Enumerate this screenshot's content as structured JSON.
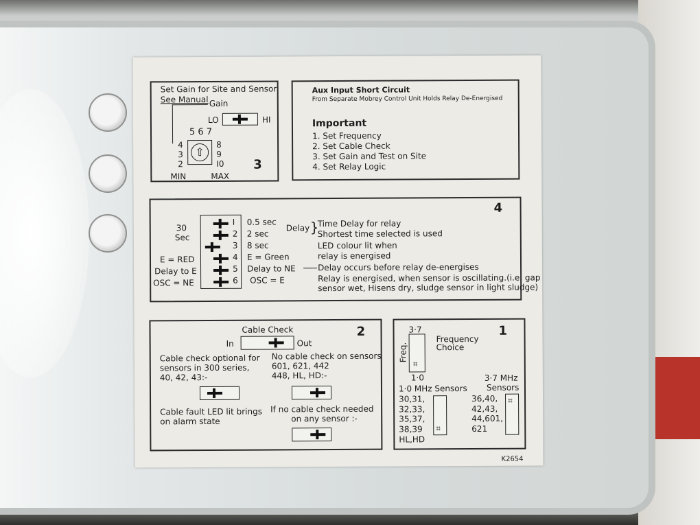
{
  "panel3": {
    "title1": "Set Gain for Site and Sensor",
    "title2": "See Manual",
    "gain": "Gain",
    "lo": "LO",
    "hi": "HI",
    "top_nums": "5 6 7",
    "left_nums": [
      "4",
      "3",
      "2"
    ],
    "right_nums": [
      "8",
      "9",
      "I0"
    ],
    "min": "MIN",
    "max": "MAX",
    "number": "3",
    "dial_icon": "⇧"
  },
  "info": {
    "aux_title": "Aux Input Short Circuit",
    "aux_sub": "From Separate Mobrey Control Unit Holds Relay De-Energised",
    "important": "Important",
    "steps": [
      "1. Set Frequency",
      "2. Set Cable Check",
      "3. Set Gain and Test on Site",
      "4. Set Relay Logic"
    ]
  },
  "panel4": {
    "number": "4",
    "thirty": "30",
    "sec": "Sec",
    "left": [
      "E = RED",
      "Delay to E",
      "OSC = NE"
    ],
    "switch_nums": [
      "I",
      "2",
      "3",
      "4",
      "5",
      "6"
    ],
    "right": [
      "0.5 sec",
      "2 sec",
      "8 sec",
      "E = Green",
      "Delay to NE",
      "OSC = E"
    ],
    "delay": "Delay",
    "notes": [
      "Time Delay for relay",
      "Shortest time selected is used",
      "LED colour lit when",
      "relay is energised",
      "Delay occurs before relay de-energises",
      "Relay is energised, when sensor is oscillating.(i.e. gap",
      "sensor wet, Hisens dry, sludge sensor in light sludge)"
    ]
  },
  "panel2": {
    "number": "2",
    "title": "Cable Check",
    "in": "In",
    "out": "Out",
    "opt": [
      "Cable check optional for",
      "sensors in 300 series,",
      "40, 42, 43:-"
    ],
    "nocheck": [
      "No cable check on sensors",
      "601, 621, 442",
      "448, HL, HD:-"
    ],
    "fault": [
      "Cable fault LED lit brings",
      "on alarm state"
    ],
    "ifno": [
      "If no cable check needed",
      "on any sensor :-"
    ]
  },
  "panel1": {
    "number": "1",
    "top": "3·7",
    "freq": "Freq.",
    "choice": [
      "Frequency",
      "Choice"
    ],
    "bottom": "1·0",
    "s1_title": "1·0 MHz Sensors",
    "s1_list": [
      "30,31,",
      "32,33,",
      "35,37,",
      "38,39",
      "HL,HD"
    ],
    "s2_title": [
      "3·7 MHz",
      "Sensors"
    ],
    "s2_list": [
      "36,40,",
      "42,43,",
      "44,601,",
      "621"
    ],
    "jumper": "⌗"
  },
  "code": "K2654"
}
